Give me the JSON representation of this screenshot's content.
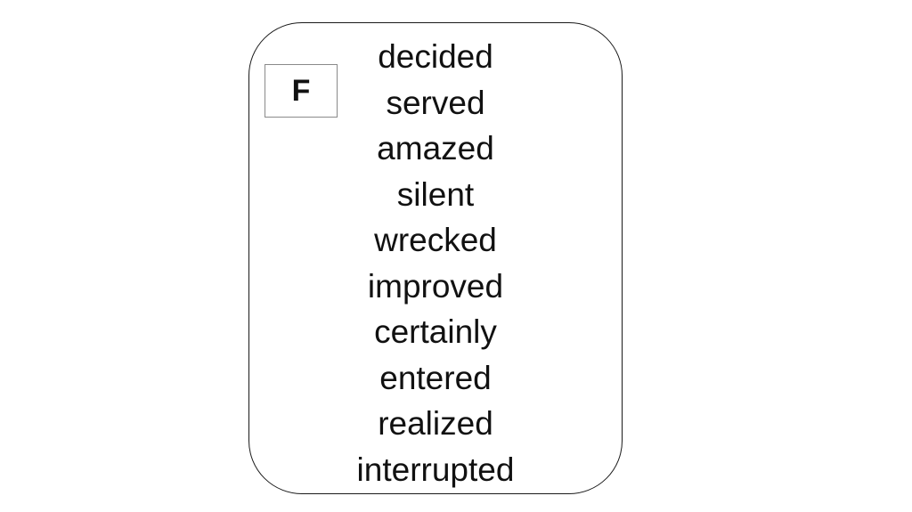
{
  "card": {
    "letter": "F",
    "words": [
      "decided",
      "served",
      "amazed",
      "silent",
      "wrecked",
      "improved",
      "certainly",
      "entered",
      "realized",
      "interrupted"
    ]
  },
  "colors": {
    "background": "#ffffff",
    "border": "#1a1a1a",
    "text": "#111111"
  }
}
